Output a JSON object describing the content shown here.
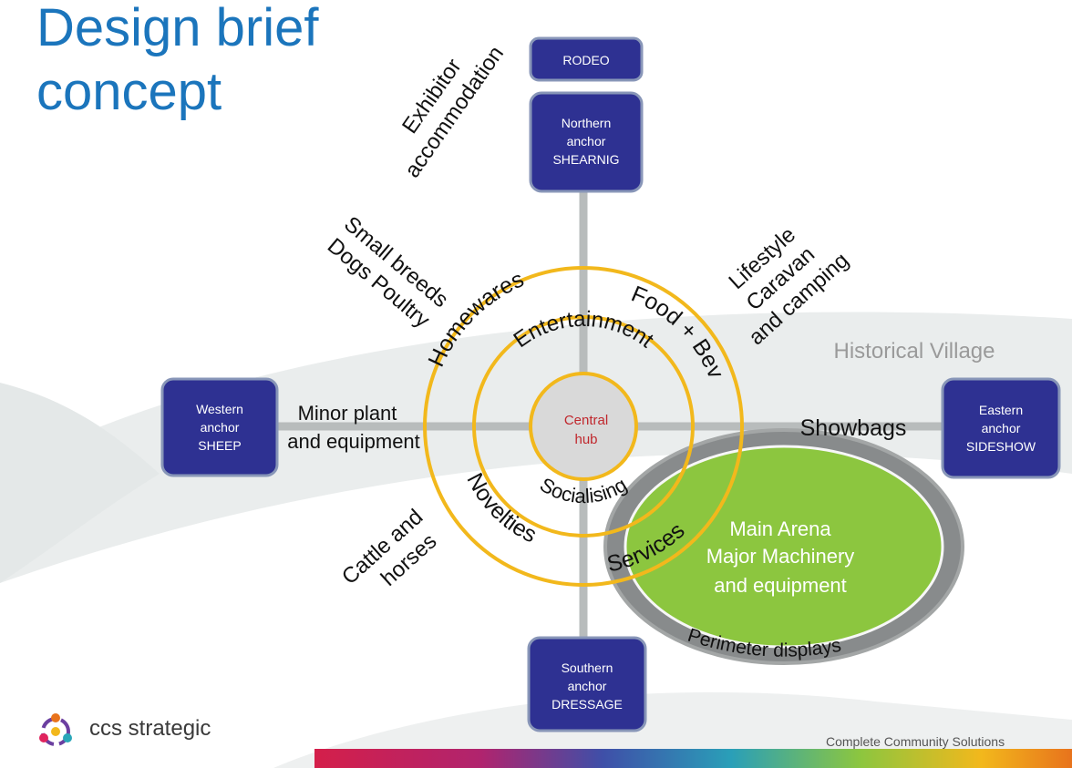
{
  "title": {
    "line1": "Design brief",
    "line2": "concept"
  },
  "anchors": {
    "rodeo": "RODEO",
    "north": [
      "Northern",
      "anchor",
      "SHEARNIG"
    ],
    "west": [
      "Western",
      "anchor",
      "SHEEP"
    ],
    "east": [
      "Eastern",
      "anchor",
      "SIDESHOW"
    ],
    "south": [
      "Southern",
      "anchor",
      "DRESSAGE"
    ]
  },
  "hub": [
    "Central",
    "hub"
  ],
  "inner_ring": {
    "top": "Entertainment",
    "bottom": "Socialising"
  },
  "outer_ring": {
    "upper_left": "Homewares",
    "upper_right": "Food + Bev",
    "lower_left": "Novelties",
    "lower_right": "Services"
  },
  "zones": {
    "exhibitor": [
      "Exhibitor",
      "accommodation"
    ],
    "small_breeds": [
      "Small breeds",
      "Dogs Poultry"
    ],
    "lifestyle": [
      "Lifestyle",
      "Caravan",
      "and camping"
    ],
    "historical": "Historical Village",
    "minor_plant": [
      "Minor plant",
      "and equipment"
    ],
    "showbags": "Showbags",
    "cattle": [
      "Cattle and",
      "horses"
    ],
    "arena": [
      "Main Arena",
      "Major Machinery",
      "and equipment"
    ],
    "perimeter": "Perimeter displays"
  },
  "branding": {
    "logo": "ccs strategic",
    "tagline": "Complete Community Solutions"
  },
  "colors": {
    "title": "#1b75bc",
    "anchor_fill": "#2e3192",
    "anchor_border": "#8896b8",
    "ring": "#f2b81c",
    "hub_fill": "#d9d9d9",
    "hub_text": "#c0272d",
    "arena_fill": "#8cc63f",
    "arena_rim": "#8a8a8a",
    "background_swoosh": "#e8ecec"
  }
}
